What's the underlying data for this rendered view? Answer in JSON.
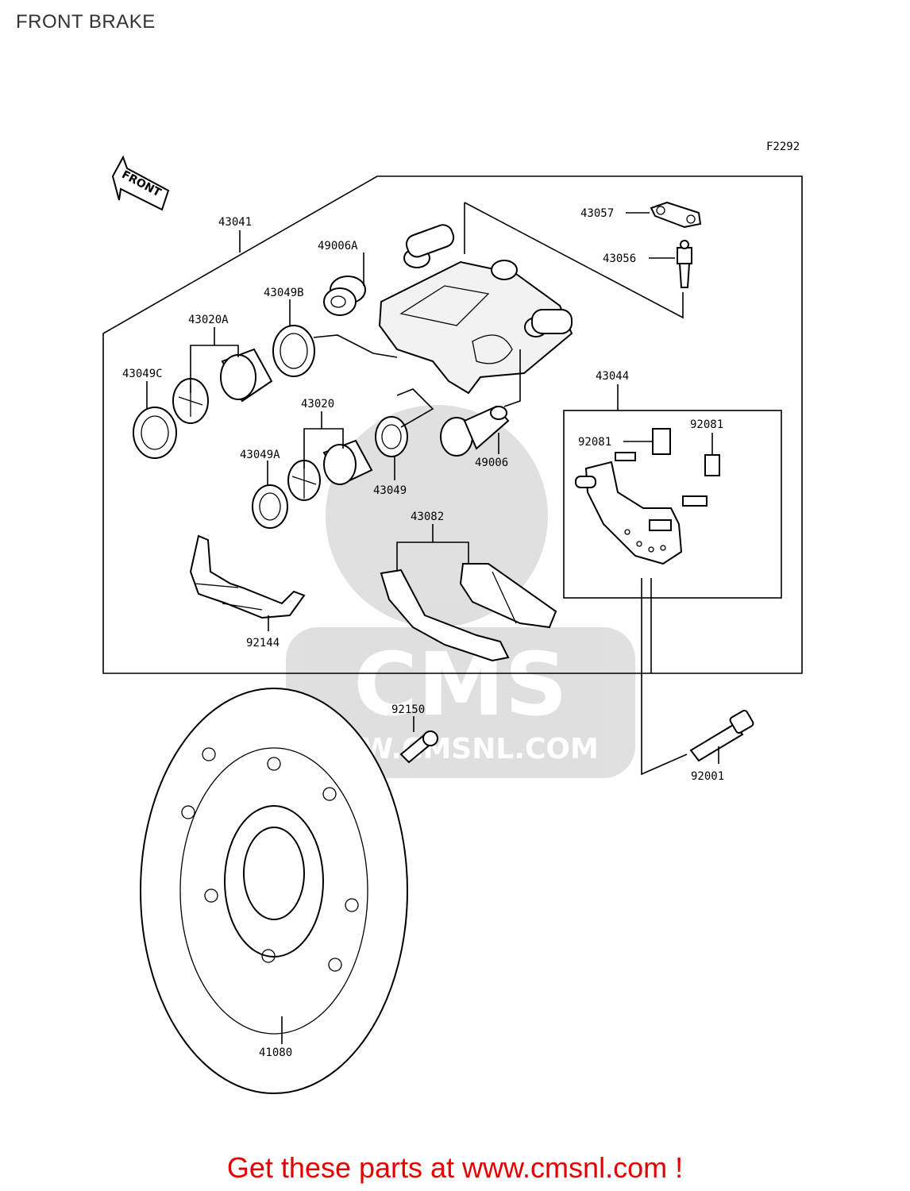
{
  "page": {
    "title": "FRONT BRAKE",
    "footer": "Get these parts at www.cmsnl.com !"
  },
  "diagram": {
    "figure_code": "F2292",
    "front_arrow": "FRONT",
    "watermark_text": "CMS",
    "watermark_url": "WWW.CMSNL.COM",
    "labels": {
      "p43041": "43041",
      "p49006A": "49006A",
      "p43049B": "43049B",
      "p43020A": "43020A",
      "p43049C": "43049C",
      "p43020": "43020",
      "p43049A": "43049A",
      "p43049": "43049",
      "p49006": "49006",
      "p43057": "43057",
      "p43056": "43056",
      "p43044": "43044",
      "p92081a": "92081",
      "p92081b": "92081",
      "p43082": "43082",
      "p92144": "92144",
      "p92150": "92150",
      "p92001": "92001",
      "p41080": "41080"
    }
  }
}
